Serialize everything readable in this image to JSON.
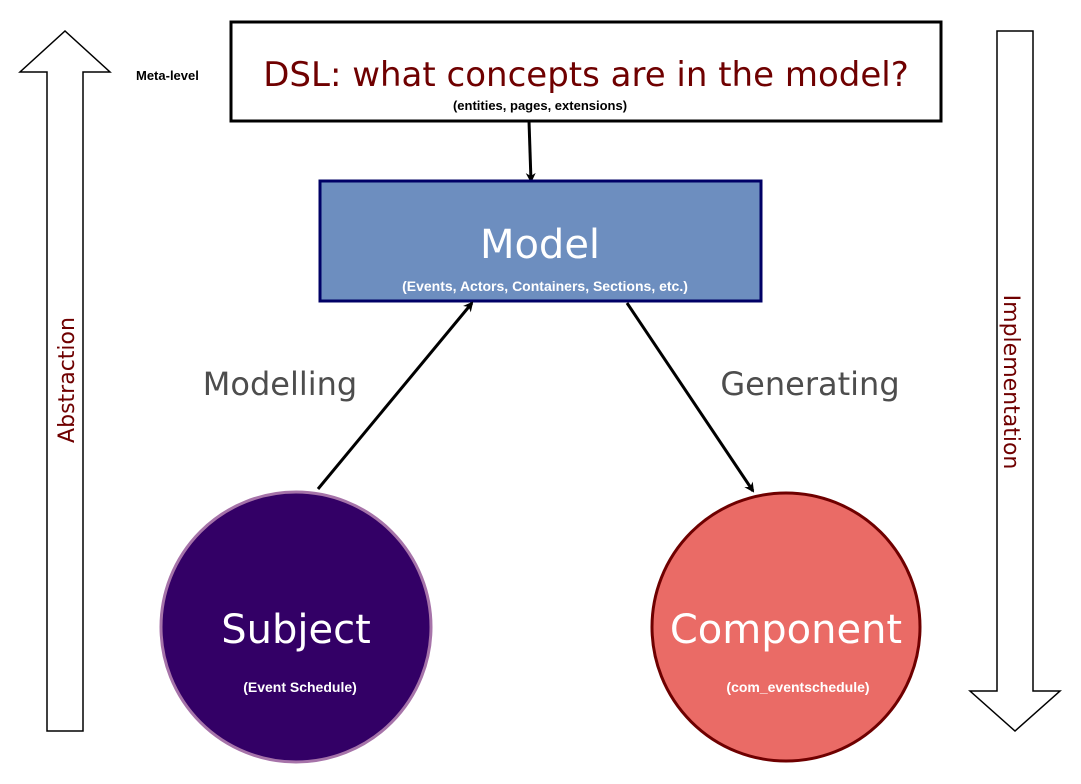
{
  "diagram": {
    "meta_level_label": "Meta-level",
    "dsl_box": {
      "title": "DSL: what concepts are in the model?",
      "subtitle": "(entities, pages, extensions)"
    },
    "model_box": {
      "title": "Model",
      "subtitle": "(Events, Actors, Containers, Sections, etc.)"
    },
    "subject_node": {
      "title": "Subject",
      "subtitle": "(Event Schedule)"
    },
    "component_node": {
      "title": "Component",
      "subtitle": "(com_eventschedule)"
    },
    "edges": {
      "modelling_label": "Modelling",
      "generating_label": "Generating"
    },
    "axes": {
      "left_label": "Abstraction",
      "right_label": "Implementation"
    },
    "colors": {
      "dsl_text": "#6f0000",
      "axis_text": "#6f0000",
      "edge_label_text": "#4d4d4d",
      "model_fill": "#6d8ebf",
      "model_border": "#000066",
      "subject_fill": "#330066",
      "subject_border": "#a673a9",
      "component_fill": "#ea6b66",
      "component_border": "#6f0000"
    }
  }
}
